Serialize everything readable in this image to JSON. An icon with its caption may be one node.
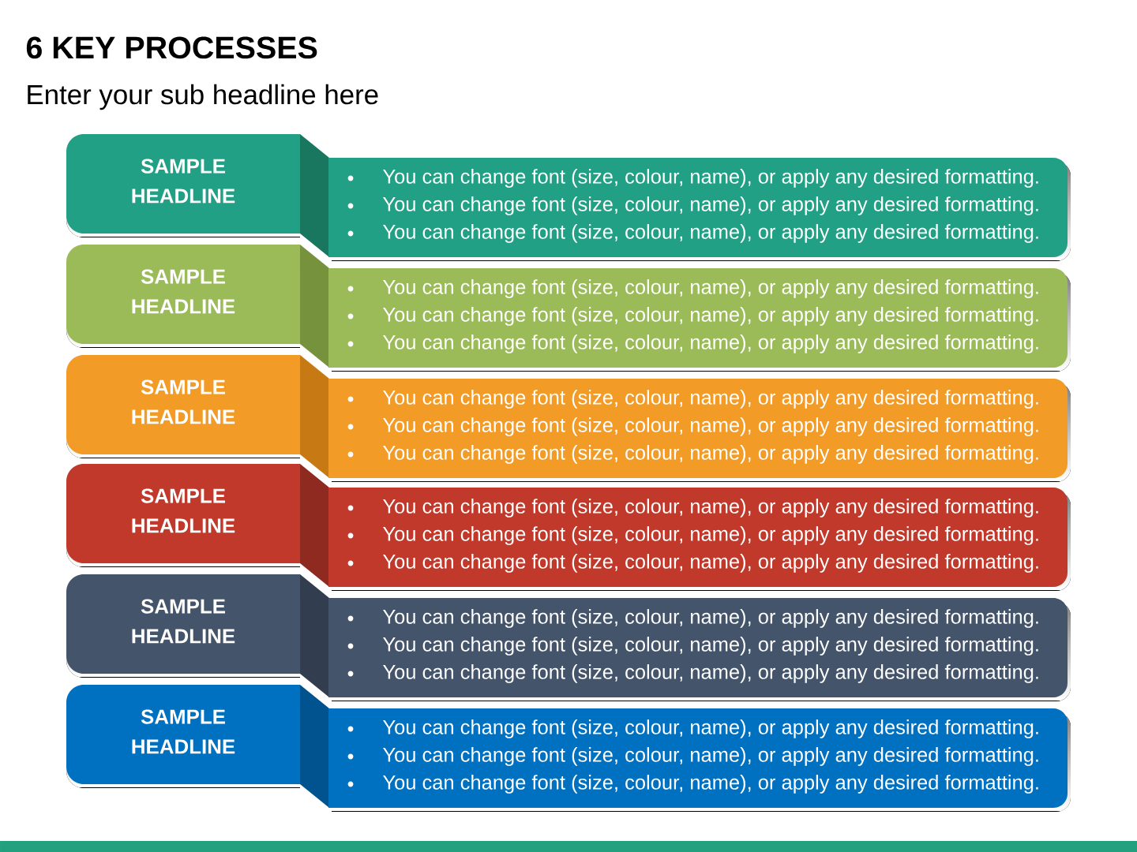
{
  "diagram": {
    "title": "6 KEY PROCESSES",
    "nodes": [
      {
        "text": [
          "SAMPLE HEADLINE"
        ]
      },
      {
        "text": [
          "You can change font (size, colour, name), or apply any desired formatting.",
          "You can change font (size, colour, name), or apply any desired formatting.",
          "You can change font (size, colour, name), or apply any desired formatting."
        ]
      },
      {
        "text": [
          "SAMPLE HEADLINE"
        ]
      },
      {
        "text": [
          "You can change font (size, colour, name), or apply any desired formatting.",
          "You can change font (size, colour, name), or apply any desired formatting.",
          "You can change font (size, colour, name), or apply any desired formatting."
        ]
      },
      {
        "text": [
          "SAMPLE HEADLINE"
        ]
      },
      {
        "text": [
          "You can change font (size, colour, name), or apply any desired formatting.",
          "You can change font (size, colour, name), or apply any desired formatting.",
          "You can change font (size, colour, name), or apply any desired formatting."
        ]
      },
      {
        "text": [
          "SAMPLE HEADLINE"
        ]
      },
      {
        "text": [
          "You can change font (size, colour, name), or apply any desired formatting.",
          "You can change font (size, colour, name), or apply any desired formatting.",
          "You can change font (size, colour, name), or apply any desired formatting."
        ]
      },
      {
        "text": [
          "SAMPLE HEADLINE"
        ]
      },
      {
        "text": [
          "You can change font (size, colour, name), or apply any desired formatting.",
          "You can change font (size, colour, name), or apply any desired formatting.",
          "You can change font (size, colour, name), or apply any desired formatting."
        ]
      },
      {
        "text": [
          "SAMPLE HEADLINE"
        ]
      },
      {
        "text": [
          "You can change font (size, colour, name), or apply any desired formatting.",
          "You can change font (size, colour, name), or apply any desired formatting.",
          "You can change font (size, colour, name), or apply any desired formatting."
        ]
      }
    ],
    "labels": [
      "Enter your sub headline here"
    ]
  }
}
